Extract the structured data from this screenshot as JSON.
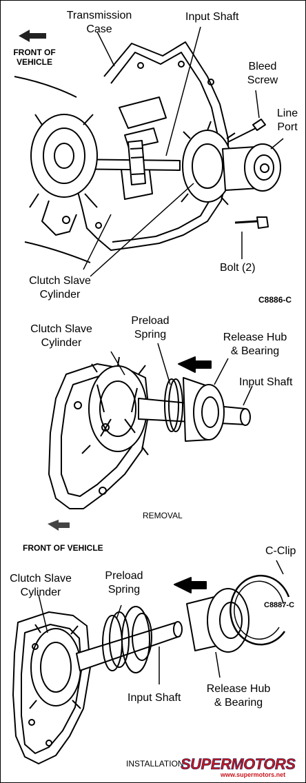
{
  "top_panel": {
    "labels": {
      "transmission_case": [
        "Transmission",
        "Case"
      ],
      "input_shaft": "Input Shaft",
      "front_of_vehicle": [
        "FRONT OF",
        "VEHICLE"
      ],
      "bleed_screw": [
        "Bleed",
        "Screw"
      ],
      "line_port": [
        "Line",
        "Port"
      ],
      "bolt": "Bolt (2)",
      "clutch_slave_cylinder": [
        "Clutch Slave",
        "Cylinder"
      ],
      "figure_code": "C8886-C"
    }
  },
  "bottom_panel": {
    "removal": {
      "clutch_slave_cylinder": [
        "Clutch Slave",
        "Cylinder"
      ],
      "preload_spring": [
        "Preload",
        "Spring"
      ],
      "release_hub_bearing": [
        "Release Hub",
        "& Bearing"
      ],
      "input_shaft": "Input Shaft",
      "caption": "REMOVAL",
      "front_of_vehicle": "FRONT OF VEHICLE"
    },
    "installation": {
      "c_clip": "C-Clip",
      "clutch_slave_cylinder": [
        "Clutch Slave",
        "Cylinder"
      ],
      "preload_spring": [
        "Preload",
        "Spring"
      ],
      "input_shaft": "Input Shaft",
      "release_hub_bearing": [
        "Release Hub",
        "& Bearing"
      ],
      "caption": "INSTALLATION",
      "figure_code_partial": "C8887-C"
    }
  },
  "watermark": {
    "brand": "SUPERMOTORS",
    "url": "www.supermotors.net"
  }
}
